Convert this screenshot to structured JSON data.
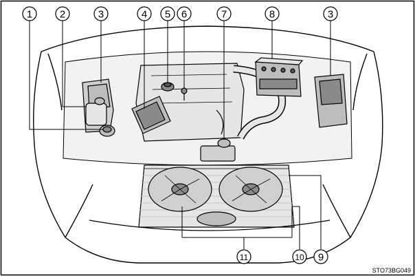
{
  "figure": {
    "code": "STO73BG049",
    "subject": "engine-compartment"
  },
  "callouts": [
    {
      "id": "c1",
      "label": "1"
    },
    {
      "id": "c2",
      "label": "2"
    },
    {
      "id": "c3a",
      "label": "3"
    },
    {
      "id": "c4",
      "label": "4"
    },
    {
      "id": "c5",
      "label": "5"
    },
    {
      "id": "c6",
      "label": "6"
    },
    {
      "id": "c7",
      "label": "7"
    },
    {
      "id": "c8",
      "label": "8"
    },
    {
      "id": "c3b",
      "label": "3"
    },
    {
      "id": "c9",
      "label": "9"
    },
    {
      "id": "c10",
      "label": "10"
    },
    {
      "id": "c11",
      "label": "11"
    }
  ],
  "colors": {
    "line": "#000000",
    "fill_light": "#e6e6e6",
    "fill_mid": "#bdbdbd",
    "fill_dark": "#8a8a8a"
  }
}
